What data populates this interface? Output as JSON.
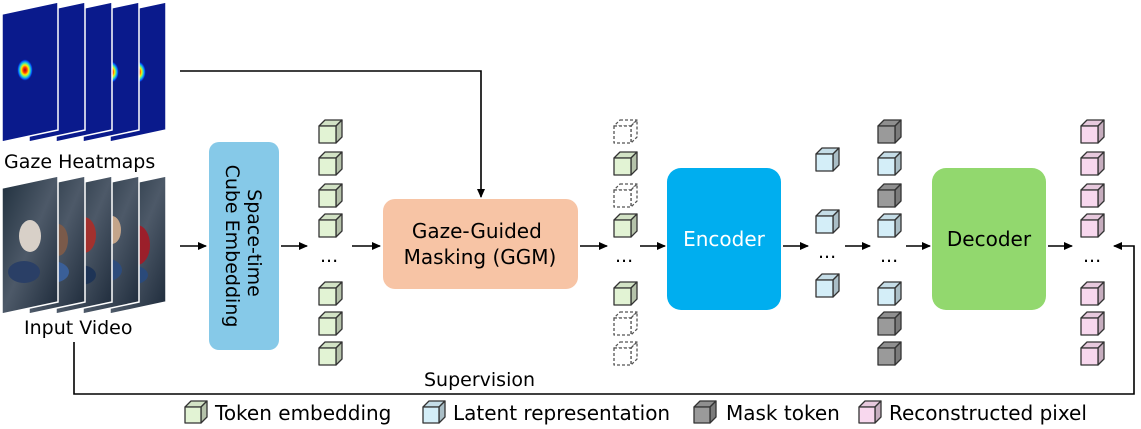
{
  "labels": {
    "gaze_heatmaps": "Gaze Heatmaps",
    "input_video": "Input Video",
    "supervision": "Supervision",
    "ellipsis": "..."
  },
  "blocks": {
    "cube_embedding_line1": "Space-time",
    "cube_embedding_line2": "Cube Embedding",
    "ggm_line1": "Gaze-Guided",
    "ggm_line2": "Masking (GGM)",
    "encoder": "Encoder",
    "decoder": "Decoder"
  },
  "legend": {
    "token": "Token embedding",
    "latent": "Latent representation",
    "mask": "Mask token",
    "recon": "Reconstructed pixel"
  },
  "colors": {
    "token_fill": "#e2f3d4",
    "latent_fill": "#d4eef8",
    "mask_fill": "#9a9a9a",
    "recon_fill": "#f8d8ee",
    "cube_block": "#86c9e8",
    "ggm_block": "#f7c4a5",
    "encoder_block": "#00aeef",
    "decoder_block": "#92d86e",
    "heatmap_bg": "#0a1a8c"
  }
}
